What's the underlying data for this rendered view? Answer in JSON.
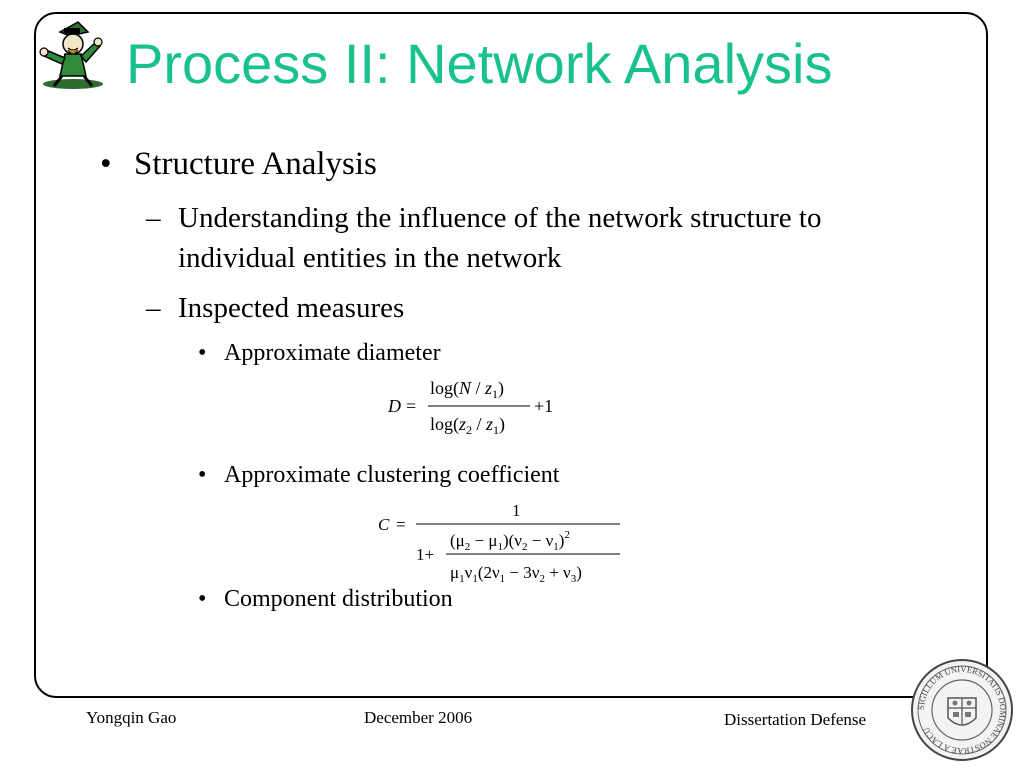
{
  "slide": {
    "title": "Process II: Network Analysis",
    "accent_color": "#19c18e",
    "logo_icon": "leprechaun-mascot-icon",
    "seal_icon": "university-seal-icon",
    "seal_text": "SIGILLUM UNIVERSITATIS DOMINAE NOSTRAE A LACU"
  },
  "bullets": {
    "level1": {
      "marker": "•",
      "text": "Structure Analysis"
    },
    "sub1": {
      "marker": "–",
      "text": "Understanding the influence of the network structure to individual entities in the network"
    },
    "sub2": {
      "marker": "–",
      "text": "Inspected measures"
    },
    "items": [
      {
        "marker": "•",
        "text": "Approximate diameter"
      },
      {
        "marker": "•",
        "text": "Approximate clustering coefficient"
      },
      {
        "marker": "•",
        "text": "Component distribution"
      }
    ]
  },
  "formulas": {
    "diameter": {
      "lhs": "D =",
      "numerator": "log(N / z1)",
      "denominator": "log(z2 / z1)",
      "tail": "+1"
    },
    "clustering": {
      "lhs": "C =",
      "numerator": "1",
      "denominator_prefix": "1+",
      "inner_numerator": "(μ2 − μ1)(ν2 − ν1)²",
      "inner_denominator": "μ1ν1(2ν1 − 3ν2 + ν3)"
    }
  },
  "footer": {
    "author": "Yongqin Gao",
    "date": "December 2006",
    "event": "Dissertation Defense"
  }
}
